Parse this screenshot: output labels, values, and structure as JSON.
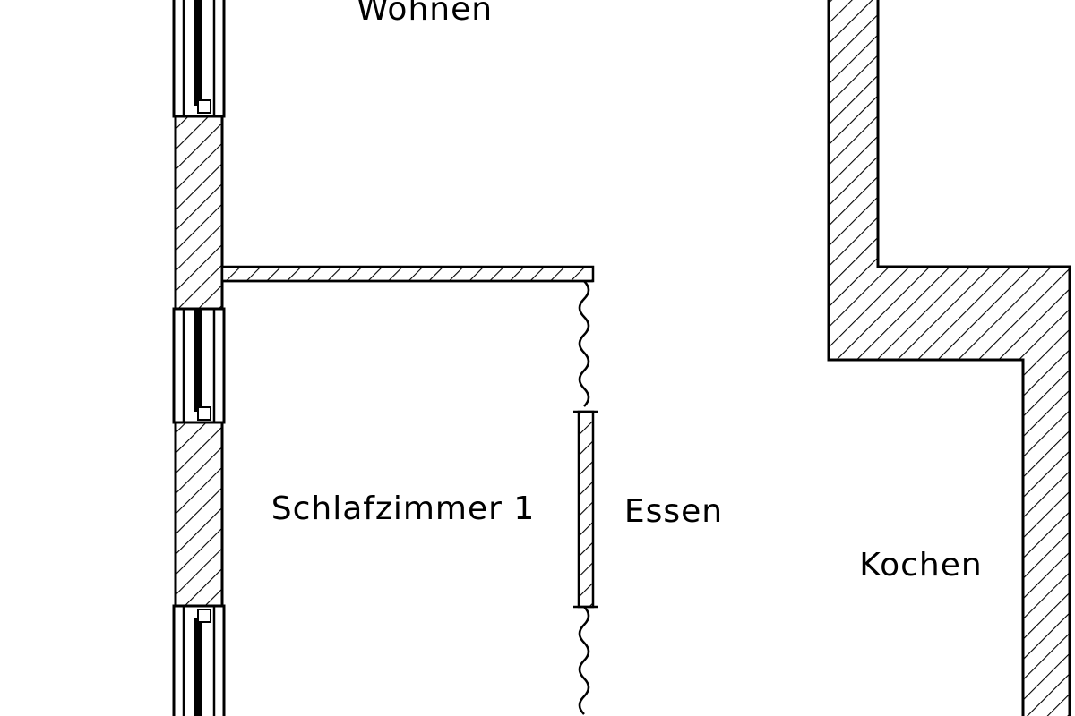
{
  "floorplan": {
    "rooms": [
      {
        "id": "wohnen",
        "label": "Wohnen"
      },
      {
        "id": "schlafzimmer-1",
        "label": "Schlafzimmer 1"
      },
      {
        "id": "essen",
        "label": "Essen"
      },
      {
        "id": "kochen",
        "label": "Kochen"
      }
    ],
    "colors": {
      "line": "#000000",
      "background": "#ffffff"
    }
  }
}
